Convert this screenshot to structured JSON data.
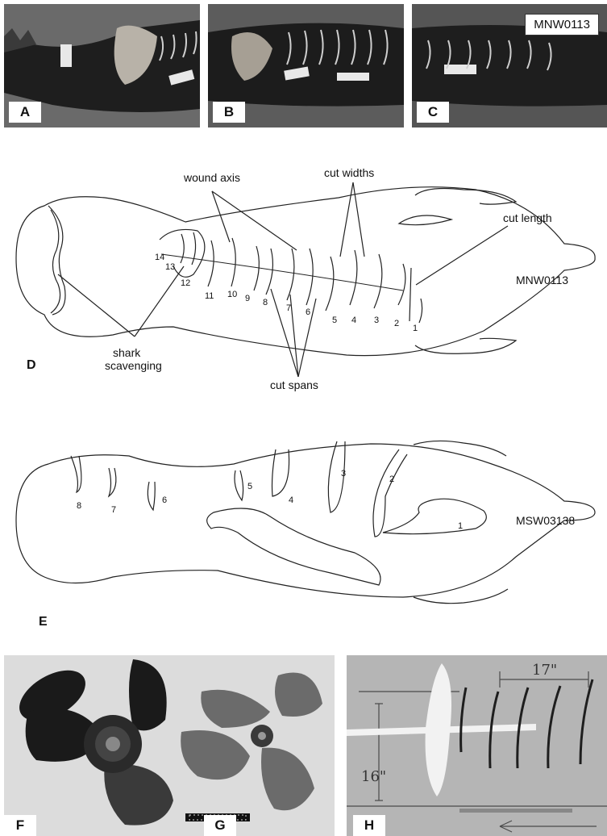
{
  "photos_top": [
    {
      "id": "A",
      "label": "A"
    },
    {
      "id": "B",
      "label": "B"
    },
    {
      "id": "C",
      "label": "C"
    }
  ],
  "specimen_top": "MNW0113",
  "panel_d": {
    "letter": "D",
    "specimen": "MNW0113",
    "callouts": {
      "wound_axis": "wound axis",
      "cut_widths": "cut widths",
      "cut_length": "cut length",
      "shark_line1": "shark",
      "shark_line2": "scavenging",
      "cut_spans": "cut spans"
    },
    "wound_numbers": [
      "14",
      "13",
      "12",
      "11",
      "10",
      "9",
      "8",
      "7",
      "6",
      "5",
      "4",
      "3",
      "2",
      "1"
    ]
  },
  "panel_e": {
    "letter": "E",
    "specimen": "MSW03138",
    "wound_numbers": [
      "8",
      "7",
      "6",
      "5",
      "4",
      "3",
      "2",
      "1"
    ]
  },
  "photos_bottom": {
    "F": "F",
    "G": "G",
    "H": "H",
    "h_dim_top": "17\"",
    "h_dim_left": "16\""
  }
}
